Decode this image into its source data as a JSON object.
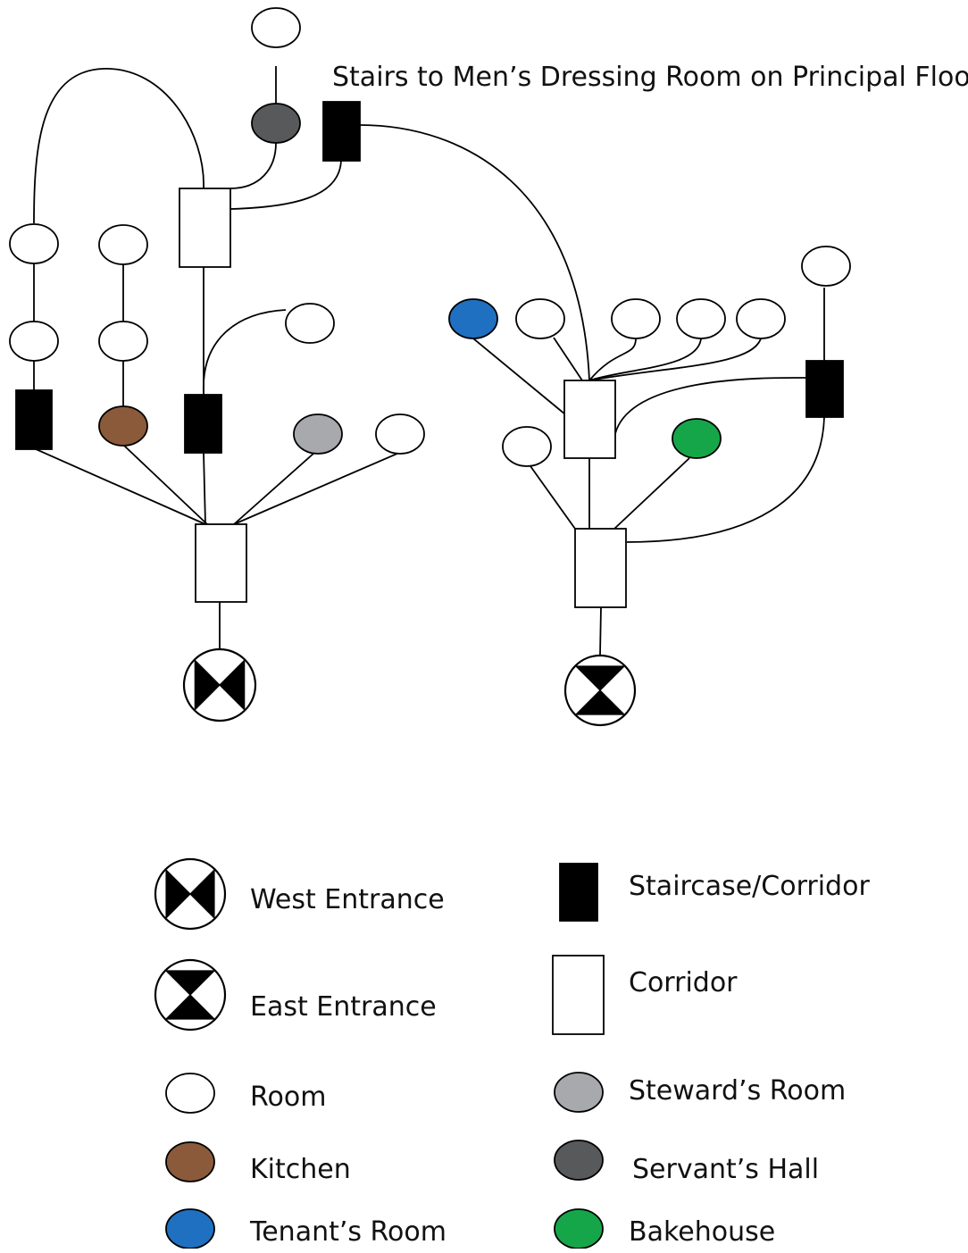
{
  "diagram": {
    "title": "Stairs to Men’s Dressing Room on Principal Floor"
  },
  "colors": {
    "room": "#ffffff",
    "kitchen": "#8a5a3a",
    "tenant_room": "#1f70c1",
    "steward_room": "#a7a9ac",
    "servant_hall": "#58595b",
    "bakehouse": "#16a64a",
    "stair": "#000000",
    "corridor": "#ffffff",
    "outline": "#000000"
  },
  "node_types": [
    "room",
    "kitchen",
    "tenant_room",
    "steward_room",
    "servant_hall",
    "bakehouse",
    "stair",
    "corridor",
    "west_entrance",
    "east_entrance"
  ],
  "legend": {
    "west_entrance": "West Entrance",
    "east_entrance": "East Entrance",
    "room": "Room",
    "kitchen": "Kitchen",
    "tenant_room": "Tenant’s Room",
    "staircase": "Staircase/Corridor",
    "corridor": "Corridor",
    "steward_room": "Steward’s Room",
    "servant_hall": "Servant’s Hall",
    "bakehouse": "Bakehouse"
  }
}
